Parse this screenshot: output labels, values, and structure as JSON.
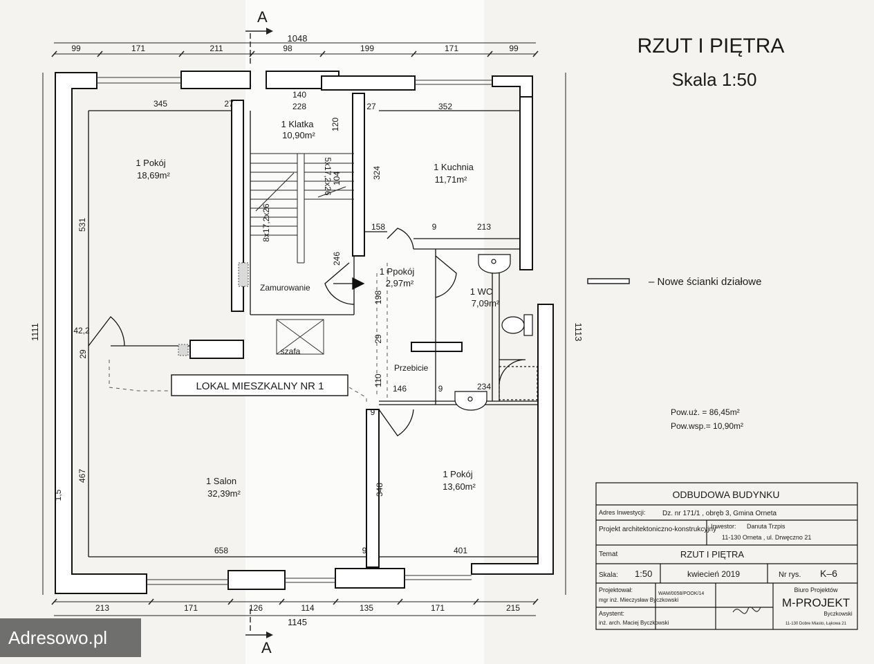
{
  "header": {
    "title": "RZUT I PIĘTRA",
    "scale": "Skala 1:50"
  },
  "section_marker": "A",
  "dimensions": {
    "top_total": "1048",
    "top": [
      "99",
      "171",
      "211",
      "98",
      "199",
      "171",
      "99"
    ],
    "bottom_total": "1145",
    "bottom": [
      "213",
      "171",
      "126",
      "114",
      "135",
      "171",
      "215"
    ],
    "left_height": "1111",
    "right_height": "1113",
    "inner": {
      "d345": "345",
      "d27a": "27",
      "d140": "140",
      "d228": "228",
      "d27b": "27",
      "d352": "352",
      "d120": "120",
      "d531": "531",
      "d324": "324",
      "d104": "104",
      "d158": "158",
      "d9a": "9",
      "d213": "213",
      "d246": "246",
      "d198": "198",
      "d29a": "29",
      "d29b": "29",
      "d422": "42,2",
      "d110": "110",
      "d146": "146",
      "d9b": "9",
      "d234": "234",
      "d9c": "9",
      "d348": "348",
      "d467": "467",
      "d9d": "9",
      "d658": "658",
      "d401": "401",
      "d15": "1,5"
    }
  },
  "rooms": {
    "pokoj1": {
      "name": "1  Pokój",
      "area": "18,69m²"
    },
    "klatka": {
      "name": "1  Klatka",
      "area": "10,90m²"
    },
    "kuchnia": {
      "name": "1  Kuchnia",
      "area": "11,71m²"
    },
    "ppokoj": {
      "name": "1  Ppokój",
      "area": "2,97m²"
    },
    "wc": {
      "name": "1  WC",
      "area": "7,09m²"
    },
    "salon": {
      "name": "1  Salon",
      "area": "32,39m²"
    },
    "pokoj2": {
      "name": "1  Pokój",
      "area": "13,60m²"
    }
  },
  "annotations": {
    "stairs1": "5x17,2x26",
    "stairs2": "8x17,2x26",
    "zamurowanie": "Zamurowanie",
    "szafa": "szafa",
    "przebicie": "Przebicie",
    "lokal": "LOKAL  MIESZKALNY  NR  1"
  },
  "legend": {
    "text": "–  Nowe ścianki działowe"
  },
  "areas": {
    "pow_uz": "Pow.uż.  =  86,45m²",
    "pow_wsp": "Pow.wsp.=  10,90m²"
  },
  "title_block": {
    "title": "ODBUDOWA  BUDYNKU",
    "adres_label": "Adres Inwestycji:",
    "adres_value": "Dz. nr 171/1 , obręb 3, Gmina Orneta",
    "projekt_label": "Projekt architektoniczno-konstrukcyjny",
    "inwestor_label": "Inwestor:",
    "inwestor_name": "Danuta Trzpis",
    "inwestor_addr": "11-130 Orneta , ul. Drwęczno 21",
    "temat_label": "Temat",
    "temat_value": "RZUT  I  PIĘTRA",
    "skala_label": "Skala:",
    "skala_value": "1:50",
    "date": "kwiecień  2019",
    "nr_label": "Nr rys.",
    "nr_value": "K–6",
    "projektowal_label": "Projektował:",
    "projektowal_name": "mgr inż. Mieczysław Byczkowski",
    "projektowal_code": "WAM/0058/POOK/14",
    "asystent_label": "Asystent:",
    "asystent_name": "inż. arch. Maciej Byczkowski",
    "biuro_label": "Biuro Projektów",
    "biuro_name": "M-PROJEKT",
    "biuro_sub": "Byczkowski",
    "biuro_addr": "11-130 Dobre Miasto, Łąkowa 21"
  },
  "watermark": "Adresowo.pl"
}
